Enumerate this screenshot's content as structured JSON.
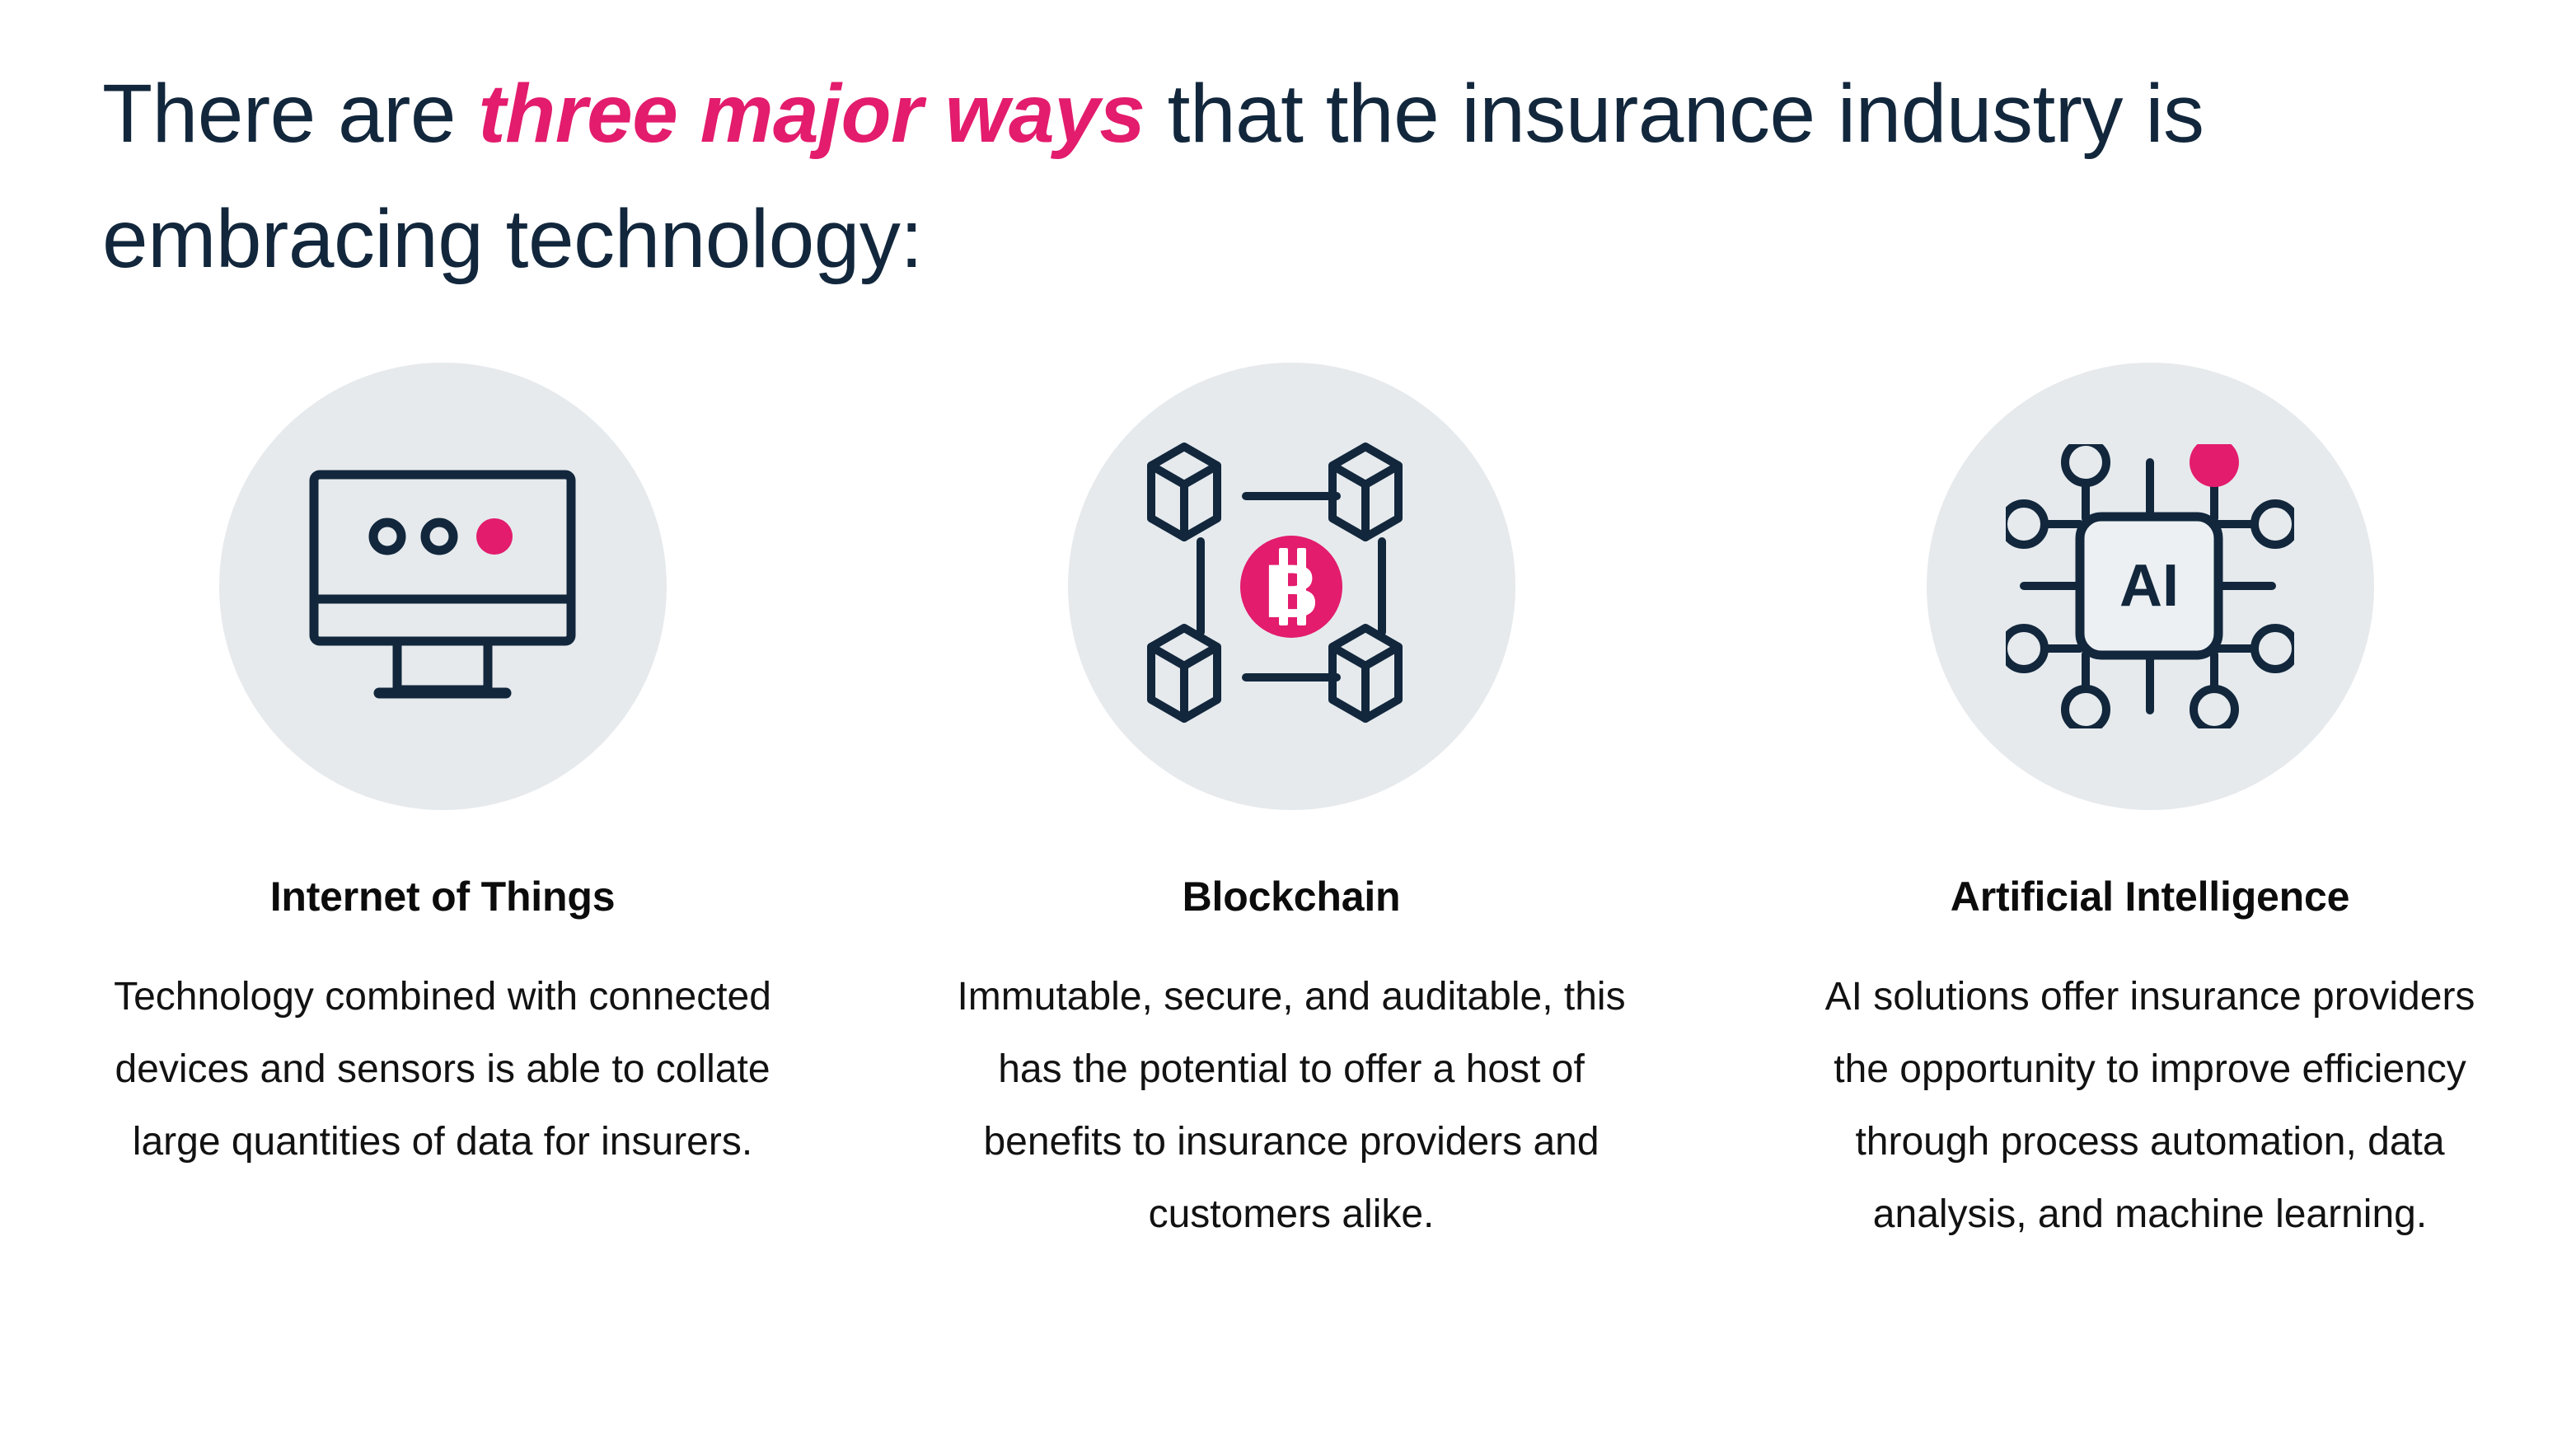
{
  "colors": {
    "navy": "#12273c",
    "pink": "#e31c6d",
    "circle_bg": "#e6eaed",
    "page_bg": "#ffffff",
    "title_text": "#0c0c0c"
  },
  "headline": {
    "part1": "There are ",
    "accent": "three major ways",
    "part2": " that the insurance industry is embracing technology:"
  },
  "cards": [
    {
      "icon_name": "monitor-iot-icon",
      "title": "Internet of Things",
      "body": "Technology combined with connected devices and sensors is able to collate large quantities of data for insurers."
    },
    {
      "icon_name": "blockchain-bitcoin-icon",
      "title": "Blockchain",
      "body": "Immutable, secure, and auditable, this has the potential to offer a host of benefits to insurance providers and customers alike."
    },
    {
      "icon_name": "ai-chip-icon",
      "title": "Artificial Intelligence",
      "body": "AI solutions offer insurance providers the opportunity to improve efficiency through process automation, data analysis, and machine learning.",
      "chip_label": "AI"
    }
  ]
}
